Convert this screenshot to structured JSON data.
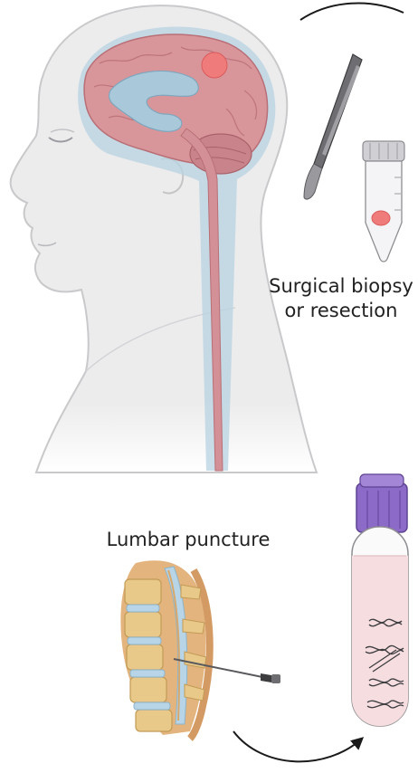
{
  "labels": {
    "surgical_line1": "Surgical biopsy",
    "surgical_line2": "or resection",
    "lumbar": "Lumbar puncture"
  },
  "colors": {
    "skin": "#ececed",
    "skin_outline": "#c9c9cc",
    "brain": "#d9969a",
    "brain_dark": "#b86f76",
    "ventricle": "#a9c8da",
    "csf_layer": "#b8d3e2",
    "tumor": "#f07b7b",
    "cap_purple": "#8b6bc7",
    "tube_fluid": "#f6dde0",
    "bone": "#e9c98a",
    "disc": "#b7d5e6",
    "muscle": "#e3b47e",
    "arrow": "#1a1a1a"
  },
  "icons": [
    "head-with-brain",
    "scalpel-icon",
    "tumor-tube-icon",
    "csf-tube-icon",
    "spine-icon",
    "needle-icon",
    "arrow-icon"
  ]
}
